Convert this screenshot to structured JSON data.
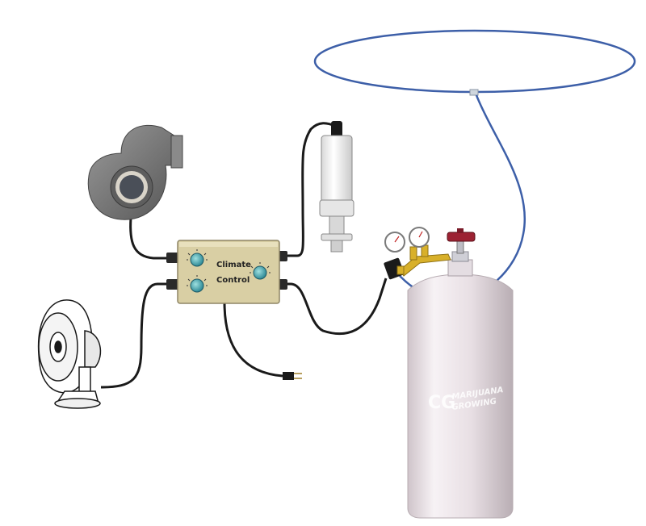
{
  "controller": {
    "label_line1": "Climate",
    "label_line2": "Control"
  },
  "tank_logo": {
    "mark": "CG",
    "line1": "MARIJUANA",
    "line2": "GROWING"
  },
  "colors": {
    "ring": "#3d5fa8",
    "cable": "#1a1a1a",
    "controller_body": "#d9cfa4",
    "tank_body": "#efe8ec",
    "brass": "#d8b02a",
    "valve_red": "#9c2233",
    "blower": "#6e6e6e"
  }
}
